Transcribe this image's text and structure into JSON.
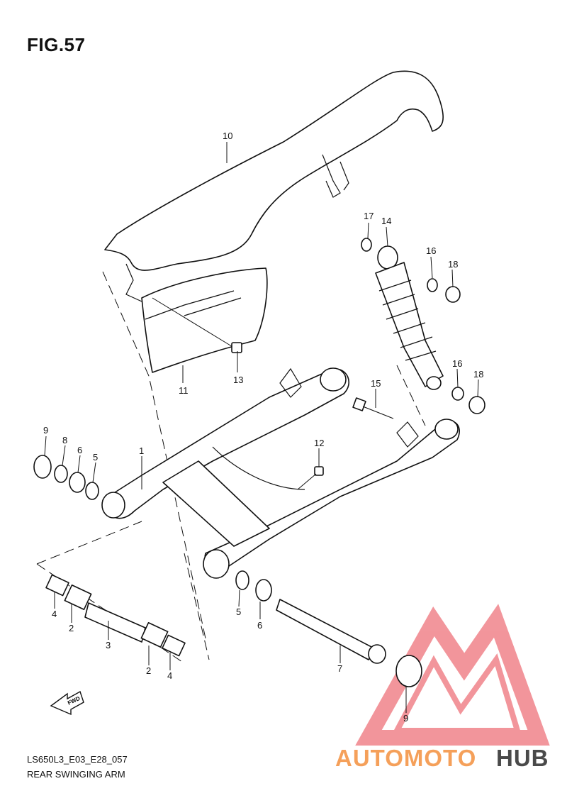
{
  "figure": {
    "title": "FIG.57",
    "doc_code": "LS650L3_E03_E28_057",
    "name": "REAR SWINGING ARM"
  },
  "callouts": [
    {
      "id": "10",
      "label": "10"
    },
    {
      "id": "11",
      "label": "11"
    },
    {
      "id": "13",
      "label": "13"
    },
    {
      "id": "17",
      "label": "17"
    },
    {
      "id": "14",
      "label": "14"
    },
    {
      "id": "16a",
      "label": "16"
    },
    {
      "id": "18a",
      "label": "18"
    },
    {
      "id": "16b",
      "label": "16"
    },
    {
      "id": "18b",
      "label": "18"
    },
    {
      "id": "15",
      "label": "15"
    },
    {
      "id": "12",
      "label": "12"
    },
    {
      "id": "1",
      "label": "1"
    },
    {
      "id": "9a",
      "label": "9"
    },
    {
      "id": "8",
      "label": "8"
    },
    {
      "id": "6a",
      "label": "6"
    },
    {
      "id": "5a",
      "label": "5"
    },
    {
      "id": "4a",
      "label": "4"
    },
    {
      "id": "2a",
      "label": "2"
    },
    {
      "id": "3",
      "label": "3"
    },
    {
      "id": "2b",
      "label": "2"
    },
    {
      "id": "4b",
      "label": "4"
    },
    {
      "id": "5b",
      "label": "5"
    },
    {
      "id": "6b",
      "label": "6"
    },
    {
      "id": "7",
      "label": "7"
    },
    {
      "id": "9b",
      "label": "9"
    }
  ],
  "fwd_label": "FWD",
  "watermark": {
    "part1": "AUTOMOTO",
    "part2": "HUB",
    "color1": "#f5a05a",
    "color2": "#4a4a4a",
    "logo_color": "#e8404a"
  }
}
